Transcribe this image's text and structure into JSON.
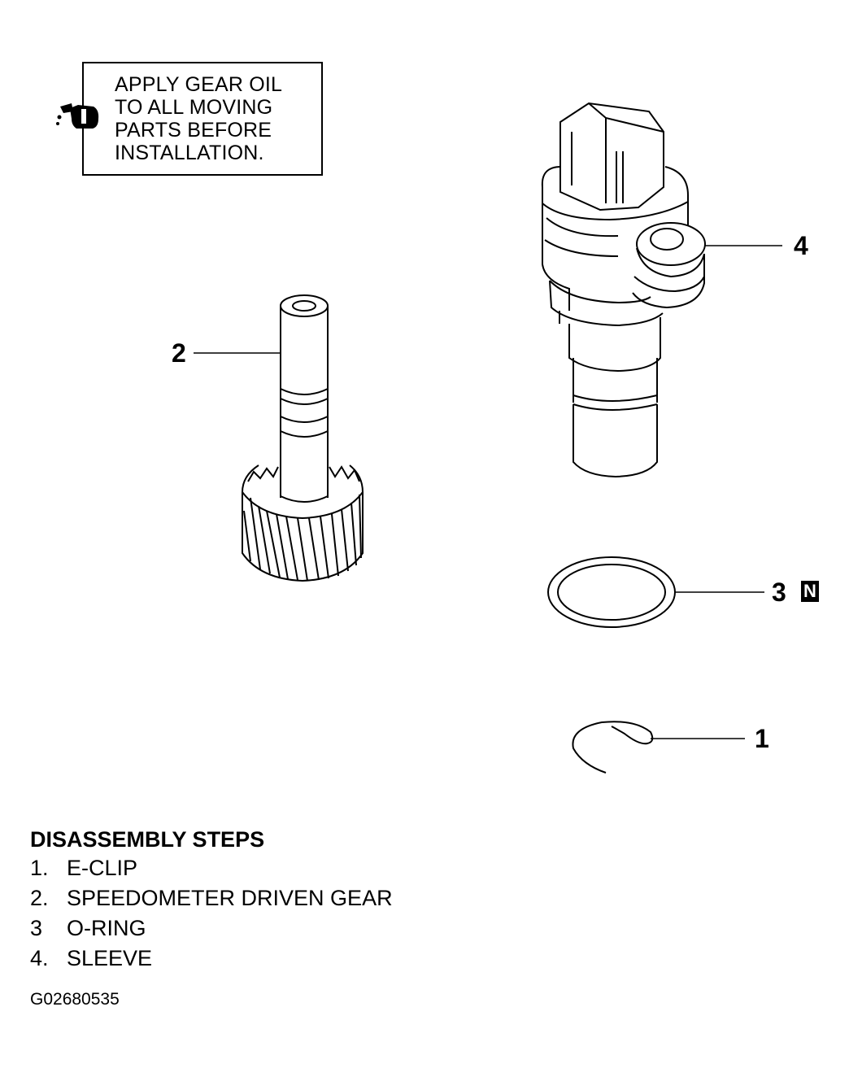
{
  "note": {
    "icon": "oil-can-icon",
    "lines": [
      "APPLY GEAR OIL",
      "TO ALL MOVING",
      "PARTS BEFORE",
      "INSTALLATION."
    ]
  },
  "callouts": {
    "sleeve": "4",
    "gear": "2",
    "o_ring": "3",
    "new_part_badge": "N",
    "e_clip": "1"
  },
  "steps": {
    "title": "DISASSEMBLY STEPS",
    "items": [
      {
        "num": "1.",
        "label": "E-CLIP"
      },
      {
        "num": "2.",
        "label": "SPEEDOMETER DRIVEN GEAR"
      },
      {
        "num": "3",
        "label": "O-RING"
      },
      {
        "num": "4.",
        "label": "SLEEVE"
      }
    ]
  },
  "figure_code": "G02680535"
}
